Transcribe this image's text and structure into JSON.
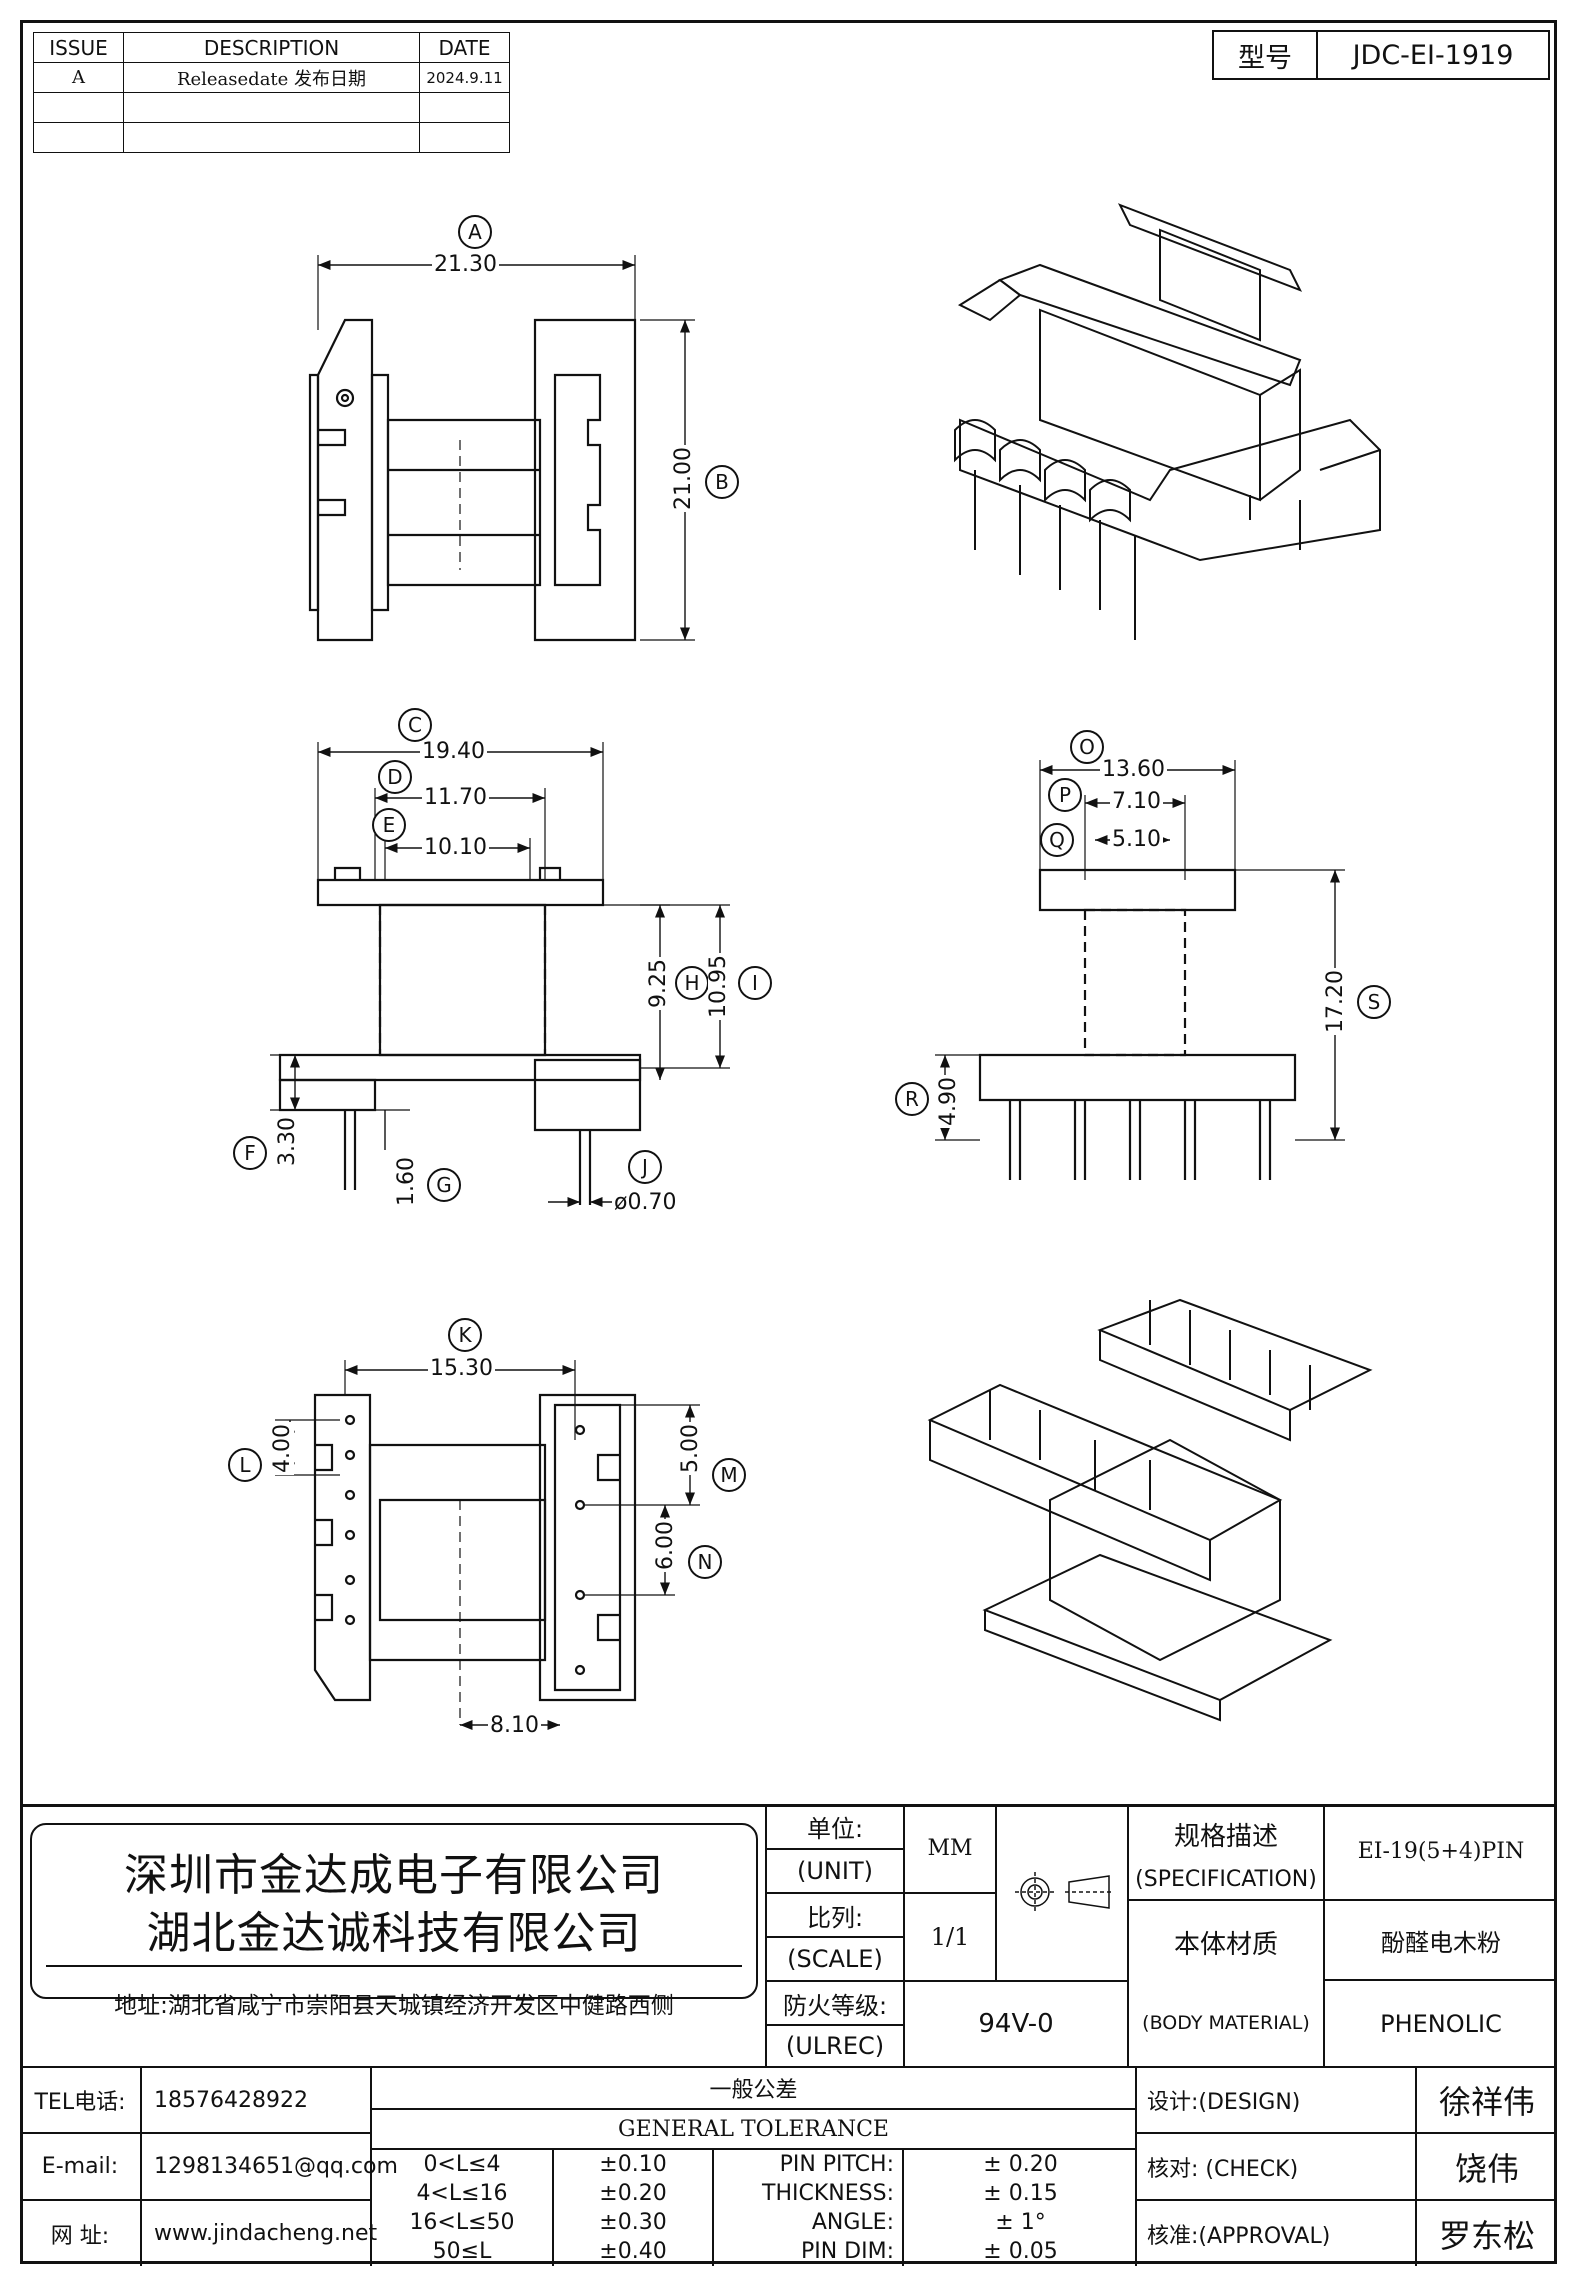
{
  "revision_table": {
    "headers": [
      "ISSUE",
      "DESCRIPTION",
      "DATE"
    ],
    "rows": [
      {
        "issue": "A",
        "description": "Releasedate 发布日期",
        "date": "2024.9.11"
      },
      {
        "issue": "",
        "description": "",
        "date": ""
      },
      {
        "issue": "",
        "description": "",
        "date": ""
      }
    ]
  },
  "model": {
    "label": "型号",
    "value": "JDC-EI-1919"
  },
  "dimensions": {
    "A": {
      "letter": "A",
      "value": "21.30"
    },
    "B": {
      "letter": "B",
      "value": "21.00"
    },
    "C": {
      "letter": "C",
      "value": "19.40"
    },
    "D": {
      "letter": "D",
      "value": "11.70"
    },
    "E": {
      "letter": "E",
      "value": "10.10"
    },
    "F": {
      "letter": "F",
      "value": "3.30"
    },
    "G": {
      "letter": "G",
      "value": "1.60"
    },
    "H": {
      "letter": "H",
      "value": "9.25"
    },
    "I": {
      "letter": "I",
      "value": "10.95"
    },
    "J": {
      "letter": "J",
      "value": "ø0.70"
    },
    "K": {
      "letter": "K",
      "value": "15.30"
    },
    "L": {
      "letter": "L",
      "value": "4.00"
    },
    "M": {
      "letter": "M",
      "value": "5.00"
    },
    "N": {
      "letter": "N",
      "value": "6.00"
    },
    "O": {
      "letter": "O",
      "value": "13.60"
    },
    "P": {
      "letter": "P",
      "value": "7.10"
    },
    "Q": {
      "letter": "Q",
      "value": "5.10"
    },
    "R": {
      "letter": "R",
      "value": "4.90"
    },
    "S": {
      "letter": "S",
      "value": "17.20"
    },
    "bottom": {
      "value": "8.10"
    }
  },
  "title_block": {
    "company_cn_1": "深圳市金达成电子有限公司",
    "company_cn_2": "湖北金达诚科技有限公司",
    "address": "地址:湖北省咸宁市崇阳县天城镇经济开发区中健路西侧",
    "unit_label_cn": "单位:",
    "unit_label_en": "(UNIT)",
    "unit_value": "MM",
    "scale_label_cn": "比列:",
    "scale_label_en": "(SCALE)",
    "scale_value": "1/1",
    "flame_label_cn": "防火等级:",
    "flame_label_en": "(ULREC)",
    "flame_value": "94V-0",
    "spec_label_cn": "规格描述",
    "spec_label_en": "(SPECIFICATION)",
    "spec_value": "EI-19(5+4)PIN",
    "material_label_cn": "本体材质",
    "material_label_en": "(BODY MATERIAL)",
    "material_value_cn": "酚醛电木粉",
    "material_value_en": "PHENOLIC",
    "tel_label": "TEL电话:",
    "tel_value": "18576428922",
    "email_label": "E-mail:",
    "email_value": "1298134651@qq.com",
    "web_label": "网  址:",
    "web_value": "www.jindacheng.net",
    "tolerance_cn": "一般公差",
    "tolerance_en": "GENERAL TOLERANCE",
    "tolerance_rows": [
      {
        "range": "0<L≤4",
        "tol": "±0.10",
        "item": "PIN PITCH:",
        "itol": "± 0.20"
      },
      {
        "range": "4<L≤16",
        "tol": "±0.20",
        "item": "THICKNESS:",
        "itol": "± 0.15"
      },
      {
        "range": "16<L≤50",
        "tol": "±0.30",
        "item": "ANGLE:",
        "itol": "± 1°"
      },
      {
        "range": "50≤L",
        "tol": "±0.40",
        "item": "PIN DIM:",
        "itol": "± 0.05"
      }
    ],
    "design_label": "设计:(DESIGN)",
    "design_name": "徐祥伟",
    "check_label": "核对: (CHECK)",
    "check_name": "饶伟",
    "approval_label": "核准:(APPROVAL)",
    "approval_name": "罗东松"
  }
}
